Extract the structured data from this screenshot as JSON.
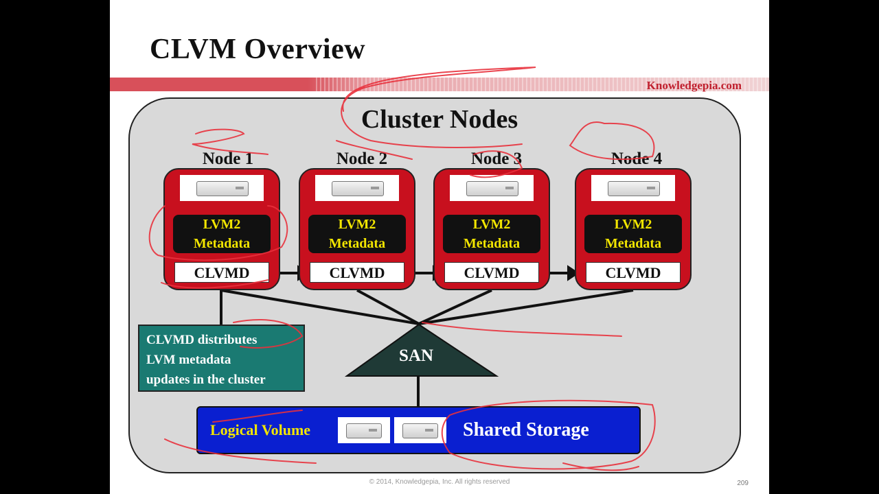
{
  "slide": {
    "title": "CLVM Overview",
    "brand": "Knowledgepia.com",
    "footer": "© 2014, Knowledgepia, Inc. All rights reserved",
    "page_number": "209"
  },
  "cluster": {
    "title": "Cluster Nodes",
    "nodes": [
      {
        "label": "Node 1",
        "metadata_line1": "LVM2",
        "metadata_line2": "Metadata",
        "daemon": "CLVMD"
      },
      {
        "label": "Node 2",
        "metadata_line1": "LVM2",
        "metadata_line2": "Metadata",
        "daemon": "CLVMD"
      },
      {
        "label": "Node 3",
        "metadata_line1": "LVM2",
        "metadata_line2": "Metadata",
        "daemon": "CLVMD"
      },
      {
        "label": "Node 4",
        "metadata_line1": "LVM2",
        "metadata_line2": "Metadata",
        "daemon": "CLVMD"
      }
    ]
  },
  "callout": {
    "line1": "CLVMD distributes",
    "line2": "LVM metadata",
    "line3": "updates in the cluster"
  },
  "san": {
    "label": "SAN"
  },
  "storage": {
    "logical_volume_label": "Logical Volume",
    "shared_storage_label": "Shared Storage"
  },
  "colors": {
    "node_red": "#c8101e",
    "metadata_text": "#f2e500",
    "callout_teal": "#1a7a72",
    "storage_blue": "#0a1fd0",
    "san_dark": "#1f3a36",
    "brand_red": "#c0202e",
    "annotation_ink": "#e8313c"
  },
  "icons": [
    "server-icon",
    "disk-icon",
    "bidirectional-arrow-icon"
  ]
}
